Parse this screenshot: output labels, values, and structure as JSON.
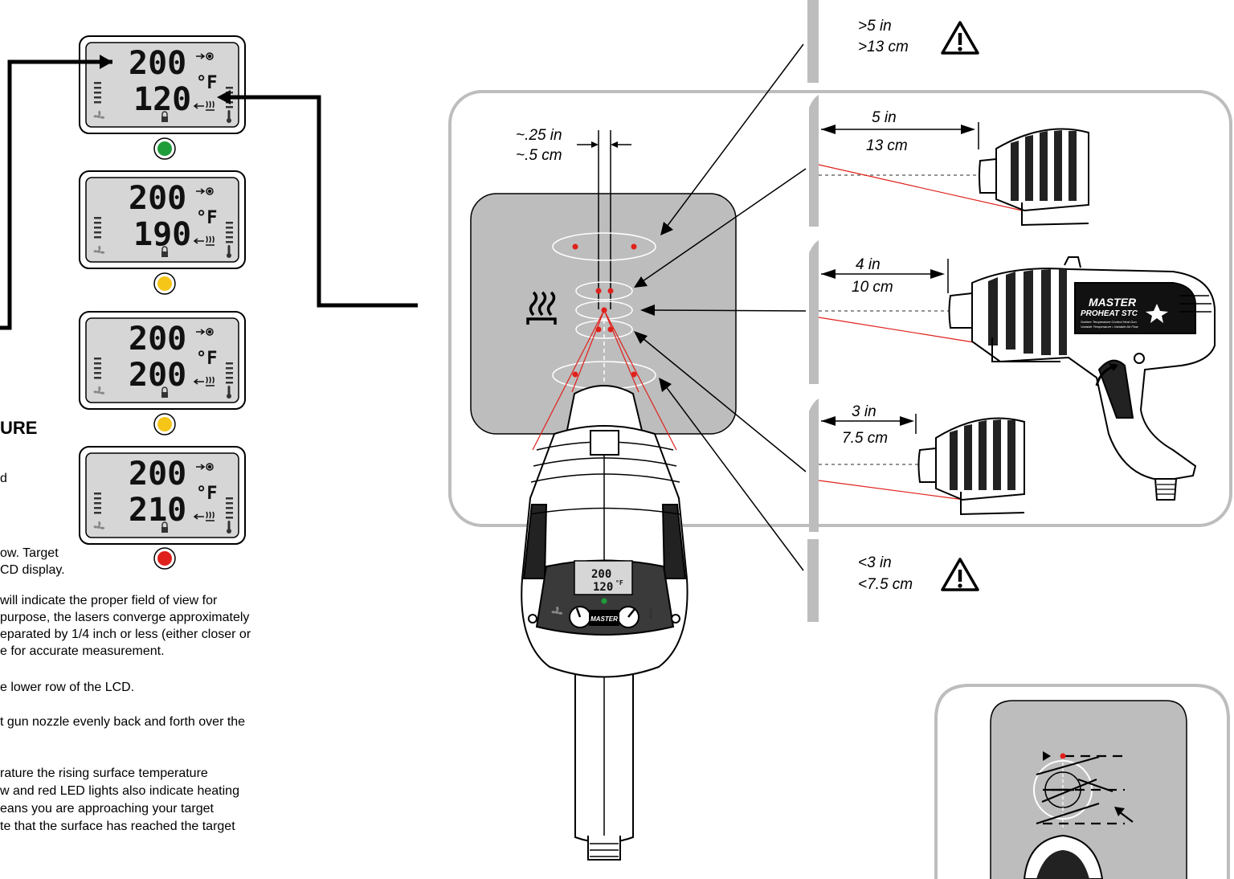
{
  "lcd_panels": [
    {
      "set": "200",
      "actual": "120",
      "led": "#1f9d3a"
    },
    {
      "set": "200",
      "actual": "190",
      "led": "#f5c518"
    },
    {
      "set": "200",
      "actual": "200",
      "led": "#f5c518"
    },
    {
      "set": "200",
      "actual": "210",
      "led": "#e0201b"
    }
  ],
  "lcd_unit": "°F",
  "gun_lcd": {
    "set": "200",
    "actual": "120",
    "unit": "°F"
  },
  "brand": {
    "name": "MASTER",
    "model": "PROHEAT STC",
    "tagline1": "Surface Temperature Control Heat Gun",
    "tagline2": "Variable Temperature • Variable Air Flow",
    "front_badge": "MASTER"
  },
  "spread": {
    "in": "~.25 in",
    "cm": "~.5 cm"
  },
  "distances": [
    {
      "in": ">5 in",
      "cm": ">13 cm",
      "warning": true
    },
    {
      "in": "5 in",
      "cm": "13 cm"
    },
    {
      "in": "4 in",
      "cm": "10 cm"
    },
    {
      "in": "3 in",
      "cm": "7.5 cm"
    },
    {
      "in": "<3 in",
      "cm": "<7.5 cm",
      "warning": true
    }
  ],
  "text": {
    "heading_frag": "URE",
    "l1": "d",
    "l2": "ow. Target",
    "l3": "CD display.",
    "l4": "will indicate the proper field of view for",
    "l5": "purpose, the lasers converge approximately",
    "l6": "eparated by 1/4 inch or less (either closer or",
    "l7": "e for accurate measurement.",
    "l8": "e lower row of the LCD.",
    "l9": "t gun nozzle evenly back and forth over the",
    "l10": "rature the rising surface temperature",
    "l11": "w and red LED lights also indicate heating",
    "l12": "eans you are approaching your target",
    "l13": "te that the surface has reached the target"
  },
  "colors": {
    "laser": "#e0201b",
    "target_plate": "#bdbdbd",
    "lcd_bg": "#d6d6d6"
  }
}
